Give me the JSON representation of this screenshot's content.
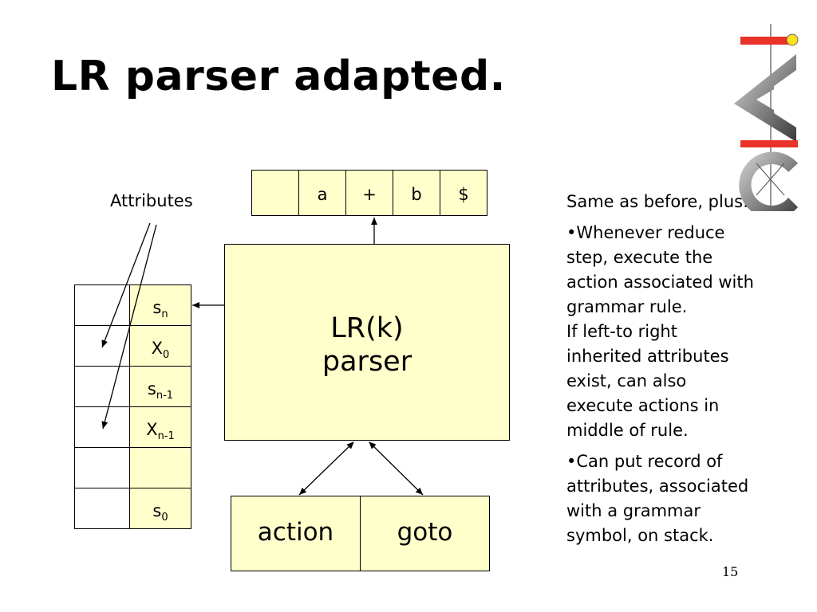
{
  "title": "LR parser adapted.",
  "attributes_label": "Attributes",
  "input_tape": [
    "",
    "a",
    "+",
    "b",
    "$"
  ],
  "parser": {
    "line1": "LR(k)",
    "line2": "parser"
  },
  "stack": [
    {
      "base": "s",
      "sub": "n"
    },
    {
      "base": "X",
      "sub": "0"
    },
    {
      "base": "s",
      "sub": "n-1"
    },
    {
      "base": "X",
      "sub": "n-1"
    },
    {
      "base": "",
      "sub": ""
    },
    {
      "base": "s",
      "sub": "0"
    }
  ],
  "tables": {
    "action": "action",
    "goto": "goto"
  },
  "notes": {
    "intro": "Same as before, plus:",
    "bullet1_lines": [
      "•Whenever reduce",
      "step, execute the",
      "action associated with",
      "grammar rule.",
      "If left-to right",
      "inherited attributes",
      "exist, can also",
      "execute actions in",
      "middle of rule."
    ],
    "bullet2_lines": [
      "•Can put record of",
      "attributes, associated",
      "with a grammar",
      "symbol, on stack."
    ]
  },
  "page_number": "15",
  "colors": {
    "box_fill": "#ffffcc",
    "logo_red": "#e8322a",
    "logo_yellow": "#ffe01a"
  }
}
